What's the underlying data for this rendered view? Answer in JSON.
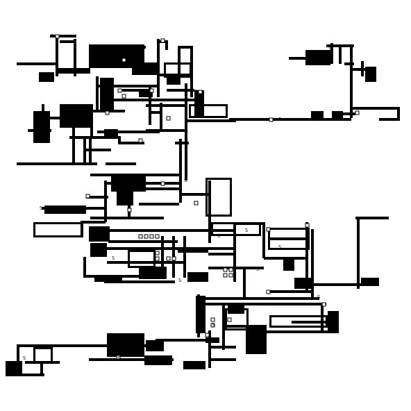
{
  "colors": {
    "background": "#ffffff",
    "ink": "#000000",
    "cell": "#ffffff"
  },
  "map": {
    "labels": [
      "S",
      "S",
      "S",
      "S",
      "S",
      "S",
      "S",
      "S",
      "S",
      "S",
      "S",
      "S",
      "S",
      "S",
      "S",
      "S"
    ]
  }
}
